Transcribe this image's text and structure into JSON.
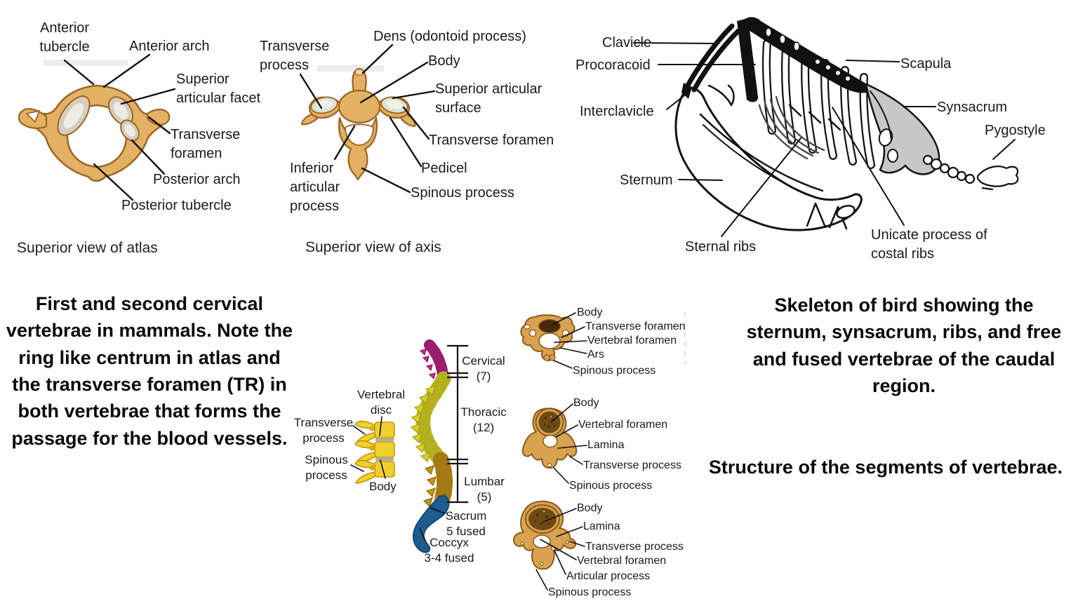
{
  "atlas": {
    "caption": "Superior view of atlas",
    "labels": {
      "anterior_tubercle": "Anterior tubercle",
      "anterior_arch": "Anterior arch",
      "superior_articular_facet": "Superior articular facet",
      "transverse_foramen": "Transverse foramen",
      "posterior_arch": "Posterior arch",
      "posterior_tubercle": "Posterior tubercle"
    }
  },
  "axis": {
    "caption": "Superior view of axis",
    "labels": {
      "transverse_process": "Transverse process",
      "dens": "Dens (odontoid process)",
      "body": "Body",
      "superior_articular_surface": "Superior articular surface",
      "transverse_foramen": "Transverse foramen",
      "pedicel": "Pedicel",
      "spinous_process": "Spinous process",
      "inferior_articular_process": "Inferior articular process"
    }
  },
  "bird": {
    "labels": {
      "clavicle": "Clavicle",
      "procoracoid": "Procoracoid",
      "interclavicle": "Interclavicle",
      "sternum": "Sternum",
      "sternal_ribs": "Sternal ribs",
      "scapula": "Scapula",
      "synsacrum": "Synsacrum",
      "pygostyle": "Pygostyle",
      "unicate_process": "Unicate process of costal ribs"
    }
  },
  "captions": {
    "mammal_vertebrae": "First and second cervical vertebrae in mammals. Note the ring like centrum in atlas and the transverse foramen (TR) in both vertebrae that forms the passage for the blood vessels.",
    "bird_skeleton": "Skeleton of bird showing the sternum, synsacrum, ribs, and free and fused vertebrae of the caudal region.",
    "segments": "Structure of the segments of vertebrae."
  },
  "spine": {
    "labels": {
      "vertebral_disc": "Vertebral disc",
      "transverse_process": "Transverse process",
      "spinous_process": "Spinous process",
      "body": "Body"
    },
    "regions": [
      {
        "name": "Cervical",
        "count": "(7)",
        "color": "#c12a8d"
      },
      {
        "name": "Thoracic",
        "count": "(12)",
        "color": "#d6d028"
      },
      {
        "name": "Lumbar",
        "count": "(5)",
        "color": "#c6961d"
      },
      {
        "name": "Sacrum",
        "count": "5 fused",
        "color": "#1e5d90"
      },
      {
        "name": "Coccyx",
        "count": "3-4 fused",
        "color": "#1e5d90"
      }
    ]
  },
  "cross_sections": {
    "cervical": {
      "body": "Body",
      "transverse_foramen": "Transverse foramen",
      "vertebral_foramen": "Vertebral foramen",
      "ars": "Ars",
      "spinous_process": "Spinous process"
    },
    "thoracic": {
      "body": "Body",
      "vertebral_foramen": "Vertebral foramen",
      "lamina": "Lamina",
      "transverse_process": "Transverse process",
      "spinous_process": "Spinous process"
    },
    "lumbar": {
      "body": "Body",
      "lamina": "Lamina",
      "transverse_process": "Transverse process",
      "vertebral_foramen": "Vertebral foramen",
      "articular_process": "Articular process",
      "spinous_process": "Spinous process"
    }
  },
  "palette": {
    "bone_tan": "#e3b164",
    "bone_outline": "#9b6524",
    "facet_gray": "#d6cdc0",
    "vertebra_body_brown": "#6e4a15",
    "skeleton_ink": "#111111",
    "synsacrum_gray": "#c7c7c7",
    "segment_yellow": "#f0d02a"
  }
}
